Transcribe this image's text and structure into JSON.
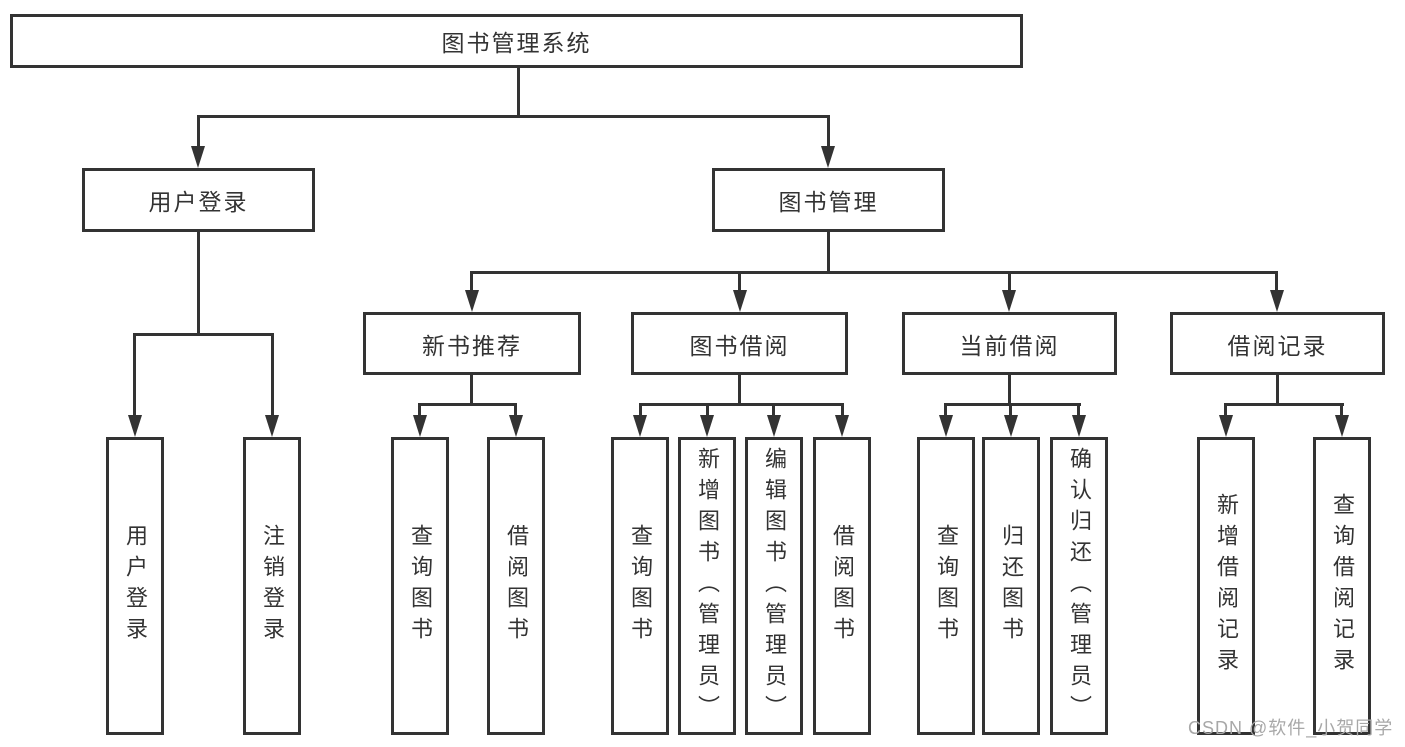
{
  "diagram": {
    "root": {
      "label": "图书管理系统",
      "children": [
        {
          "label": "用户登录",
          "children": [
            {
              "label": "用户登录"
            },
            {
              "label": "注销登录"
            }
          ]
        },
        {
          "label": "图书管理",
          "children": [
            {
              "label": "新书推荐",
              "children": [
                {
                  "label": "查询图书"
                },
                {
                  "label": "借阅图书"
                }
              ]
            },
            {
              "label": "图书借阅",
              "children": [
                {
                  "label": "查询图书"
                },
                {
                  "label": "新增图书（管理员）"
                },
                {
                  "label": "编辑图书（管理员）"
                },
                {
                  "label": "借阅图书"
                }
              ]
            },
            {
              "label": "当前借阅",
              "children": [
                {
                  "label": "查询图书"
                },
                {
                  "label": "归还图书"
                },
                {
                  "label": "确认归还（管理员）"
                }
              ]
            },
            {
              "label": "借阅记录",
              "children": [
                {
                  "label": "新增借阅记录"
                },
                {
                  "label": "查询借阅记录"
                }
              ]
            }
          ]
        }
      ]
    },
    "watermark": "CSDN @软件_小贺同学",
    "colors": {
      "line": "#333333",
      "text": "#333333",
      "watermark": "#a8a8a8",
      "background": "#ffffff"
    }
  }
}
